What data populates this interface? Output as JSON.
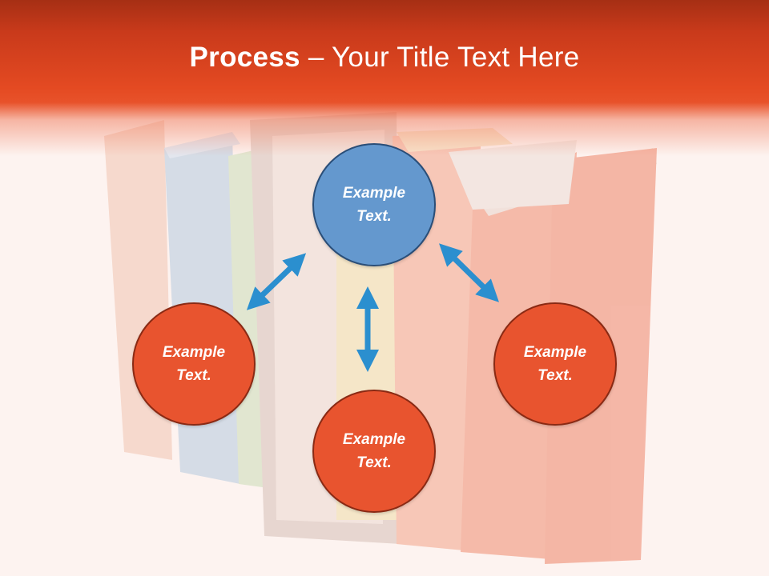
{
  "slide": {
    "title_strong": "Process",
    "title_rest": " – Your Title Text Here"
  },
  "nodes": {
    "top": "Example Text.",
    "left": "Example Text.",
    "right": "Example Text.",
    "bottom": "Example Text."
  },
  "icons": {
    "connectors": [
      "double-arrow-diagonal-icon",
      "double-arrow-vertical-icon",
      "double-arrow-diagonal-icon"
    ]
  },
  "colors": {
    "title_bar": "#e44a22",
    "node_red": "#e8542f",
    "node_blue": "#6498ce",
    "arrow": "#2b8fcf",
    "background": "#fdf3f0"
  }
}
